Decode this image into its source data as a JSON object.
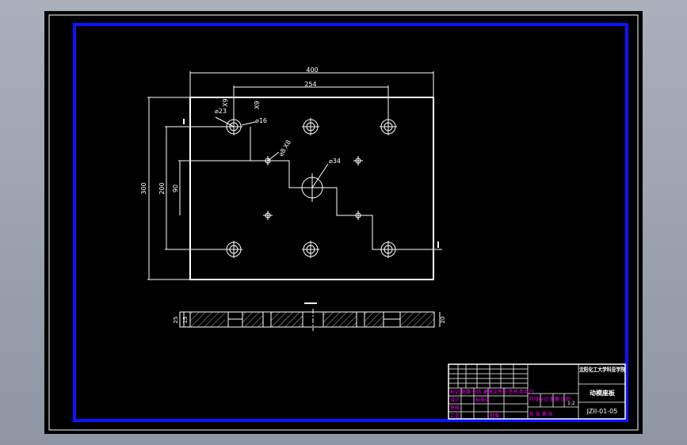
{
  "colors": {
    "background": "#000000",
    "frame_outer": "#ffffff",
    "frame_inner": "#0a14ff",
    "geometry": "#ffffff",
    "title_text": "#ffffff",
    "magenta_text": "#ff00ff"
  },
  "drawing": {
    "dimensions": {
      "overall_width": "400",
      "hole_spacing": "254",
      "overall_height": "300",
      "vertical_200": "200",
      "vertical_90": "90",
      "side_thickness": "25",
      "side_inner": "15",
      "side_right": "20"
    },
    "callouts": {
      "counterbore_outer": "⌀23",
      "counterbore_inner": "⌀16",
      "qty_x9_a": "X9",
      "qty_x9_b": "X9",
      "small_hole": "⌀8",
      "small_qty": "X8",
      "center_hole": "⌀34"
    }
  },
  "title_block": {
    "school": "沈阳化工大学科亚学院",
    "part_name": "动模座板",
    "drawing_no": "JZII-01-05",
    "scale": "1:2",
    "revision_note": "标记 处数 分区 更改文件号 签名 年月日",
    "design_label": "设计",
    "std_label": "标准化",
    "review_label": "审核",
    "process_label": "工艺",
    "approve_label": "批准",
    "stage_label": "阶段标记 重量 比例",
    "sheet_label": "共 张 第 张"
  }
}
